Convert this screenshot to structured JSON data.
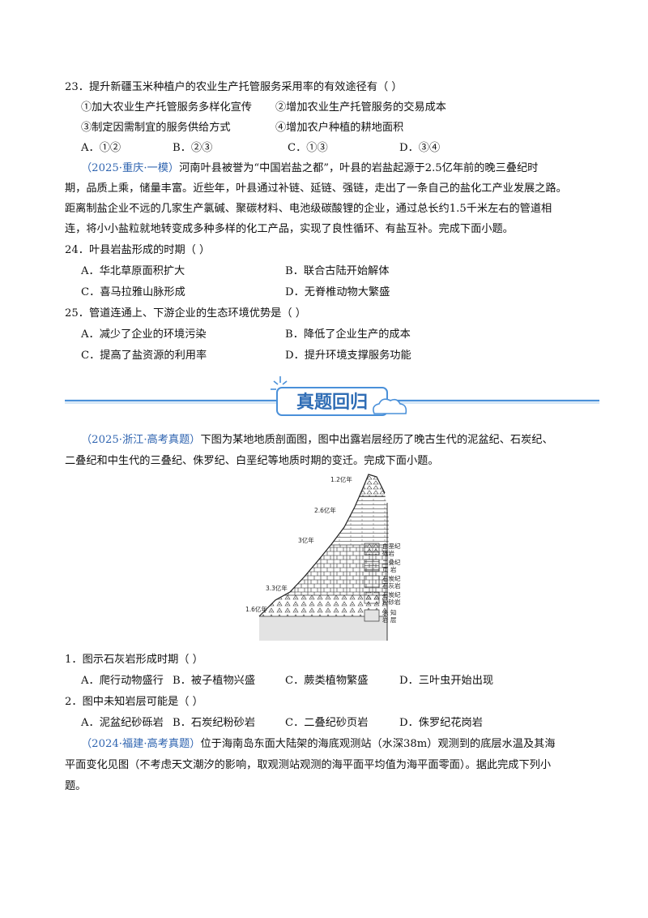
{
  "q23": {
    "stem": "23．提升新疆玉米种植户的农业生产托管服务采用率的有效途径有（   ）",
    "items": [
      "①加大农业生产托管服务多样化宣传",
      "②增加农业生产托管服务的交易成本",
      "③制定因需制宜的服务供给方式",
      "④增加农户种植的耕地面积"
    ],
    "options": [
      "A．①②",
      "B．②③",
      "C．①③",
      "D．③④"
    ]
  },
  "passage1": {
    "source": "（2025·重庆·一模）",
    "lines": [
      "河南叶县被誉为“中国岩盐之都”，叶县的岩盐起源于2.5亿年前的晚三叠纪时",
      "期，品质上乘，储量丰富。近些年，叶县通过补链、延链、强链，走出了一条自己的盐化工产业发展之路。",
      "距离制盐企业不远的几家生产氯碱、聚碳材料、电池级碳酸锂的企业，通过总长约1.5千米左右的管道相",
      "连，将小小盐粒就地转变成多种多样的化工产品，实现了良性循环、有盐互补。完成下面小题。"
    ]
  },
  "q24": {
    "stem": "24．叶县岩盐形成的时期（   ）",
    "options": [
      "A．华北草原面积扩大",
      "B．联合古陆开始解体",
      "C．喜马拉雅山脉形成",
      "D．无脊椎动物大繁盛"
    ]
  },
  "q25": {
    "stem": "25．管道连通上、下游企业的生态环境优势是（   ）",
    "options": [
      "A．减少了企业的环境污染",
      "B．降低了企业生产的成本",
      "C．提高了盐资源的利用率",
      "D．提升环境支撑服务功能"
    ]
  },
  "banner": {
    "title": "真题回归"
  },
  "passage2": {
    "source": "（2025·浙江·高考真题）",
    "lines": [
      "下图为某地地质剖面图，图中出露岩层经历了晚古生代的泥盆纪、石炭纪、",
      "二叠纪和中生代的三叠纪、侏罗纪、白垩纪等地质时期的变迁。完成下面小题。"
    ]
  },
  "figure": {
    "ages": [
      "1.2亿年",
      "2.6亿年",
      "3亿年",
      "3.3亿年",
      "1.6亿年"
    ],
    "legend": [
      [
        "白垩纪",
        "砾岩"
      ],
      [
        "二叠纪",
        "页  岩"
      ],
      [
        "石炭纪",
        "石灰岩"
      ],
      [
        "石炭纪",
        "粉砂岩"
      ],
      [
        "未  知",
        "岩  层"
      ]
    ]
  },
  "q1": {
    "stem": "1．图示石灰岩形成时期（   ）",
    "options": [
      "A．爬行动物盛行",
      "B．被子植物兴盛",
      "C．蕨类植物繁盛",
      "D．三叶虫开始出现"
    ]
  },
  "q2": {
    "stem": "2．图中未知岩层可能是（   ）",
    "options": [
      "A．泥盆纪砂砾岩",
      "B．石炭纪粉砂岩",
      "C．二叠纪砂页岩",
      "D．侏罗纪花岗岩"
    ]
  },
  "passage3": {
    "source": "（2024·福建·高考真题）",
    "lines": [
      "位于海南岛东面大陆架的海底观测站（水深38m）观测到的底层水温及其海",
      "平面变化见图（不考虑天文潮汐的影响，取观测站观测的海平面平均值为海平面零面）。据此完成下列小",
      "题。"
    ]
  }
}
